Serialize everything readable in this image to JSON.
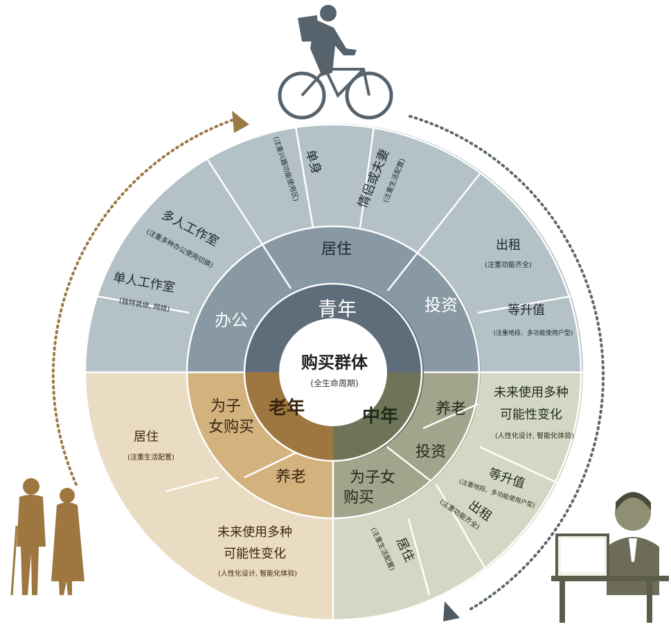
{
  "center": {
    "title": "购买群体",
    "subtitle": "(全生命周期)"
  },
  "stages": {
    "youth": {
      "label": "青年",
      "color": "#5e6d79"
    },
    "middle": {
      "label": "中年",
      "color": "#6f7459"
    },
    "elder": {
      "label": "老年",
      "color": "#9e7740"
    }
  },
  "middle_ring": {
    "youth_office": "办公",
    "youth_living": "居住",
    "youth_invest": "投资",
    "middle_elder_care": "养老",
    "middle_invest": "投资",
    "middle_for_kids": [
      "为子女",
      "购买"
    ],
    "elder_elder_care": "养老",
    "elder_for_kids": [
      "为子",
      "女购买"
    ]
  },
  "outer_ring": {
    "single_studio": {
      "title": "单人工作室",
      "note": "(独特装修, 网络)"
    },
    "multi_studio": {
      "title": "多人工作室",
      "note": "(注重多种办公使用切换)"
    },
    "single": {
      "title": "单身",
      "note": "(注重兴趣功能使用区)"
    },
    "couple": {
      "title": "情侣或夫妻",
      "note": "(注重生活配置)"
    },
    "rent_youth": {
      "title": "出租",
      "note": "(注重功能齐全)"
    },
    "appreciate_youth": {
      "title": "等升值",
      "note": "(注重地段、多功能使用户型)"
    },
    "future_middle": {
      "title_lines": [
        "未来使用多种",
        "可能性变化"
      ],
      "note": "(人性化设计, 智能化体验)"
    },
    "appreciate_middle": {
      "title": "等升值",
      "note": "(注重地段、多功能使用户型)"
    },
    "rent_middle": {
      "title": "出租",
      "note": "(注重功能齐全)"
    },
    "living_middle": {
      "title": "居住",
      "note": "(注重生活配置)"
    },
    "future_elder": {
      "title_lines": [
        "未来使用多种",
        "可能性变化"
      ],
      "note": "(人性化设计, 智能化体验)"
    },
    "living_elder": {
      "title": "居住",
      "note": "(注重生活配置)"
    }
  },
  "colors": {
    "youth_outer": "#b4c1c6",
    "youth_middle": "#8899a4",
    "youth_inner": "#5e6d79",
    "middle_outer": "#d4d7c4",
    "middle_middle": "#a2a58c",
    "middle_inner": "#6f7459",
    "elder_outer": "#eadcc2",
    "elder_middle": "#d3b27e",
    "elder_inner": "#9e7740",
    "arrow_youth": "#9b7a45",
    "arrow_middle": "#5b6770",
    "arrow_elder": "#8c6a3a"
  },
  "icons": {
    "top": "cyclist-icon",
    "bottom_right": "office-worker-icon",
    "bottom_left": "elderly-couple-icon"
  }
}
